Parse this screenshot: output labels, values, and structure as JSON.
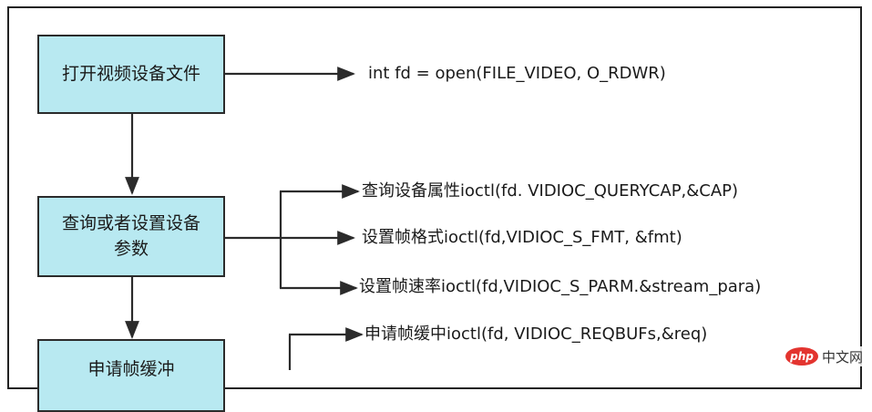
{
  "diagram": {
    "nodes": [
      {
        "id": "open",
        "lines": [
          "打开视频设备文件"
        ]
      },
      {
        "id": "query",
        "lines": [
          "查询或者设置设备",
          "参数"
        ]
      },
      {
        "id": "reqbuf",
        "lines": [
          "申请帧缓冲"
        ]
      }
    ],
    "notes": {
      "open_cmd": "int fd = open(FILE_VIDEO, O_RDWR)",
      "querycap": "查询设备属性ioctl(fd. VIDIOC_QUERYCAP,&CAP)",
      "s_fmt": "设置帧格式ioctl(fd,VIDIOC_S_FMT, &fmt)",
      "s_parm": "设置帧速率ioctl(fd,VIDIOC_S_PARM.&stream_para)",
      "reqbufs": "申请帧缓中ioctl(fd, VIDIOC_REQBUFs,&req)"
    },
    "colors": {
      "box_fill": "#b8e9f1",
      "stroke": "#2b2b2b"
    }
  },
  "watermark": {
    "logo": "php",
    "text": "中文网"
  }
}
